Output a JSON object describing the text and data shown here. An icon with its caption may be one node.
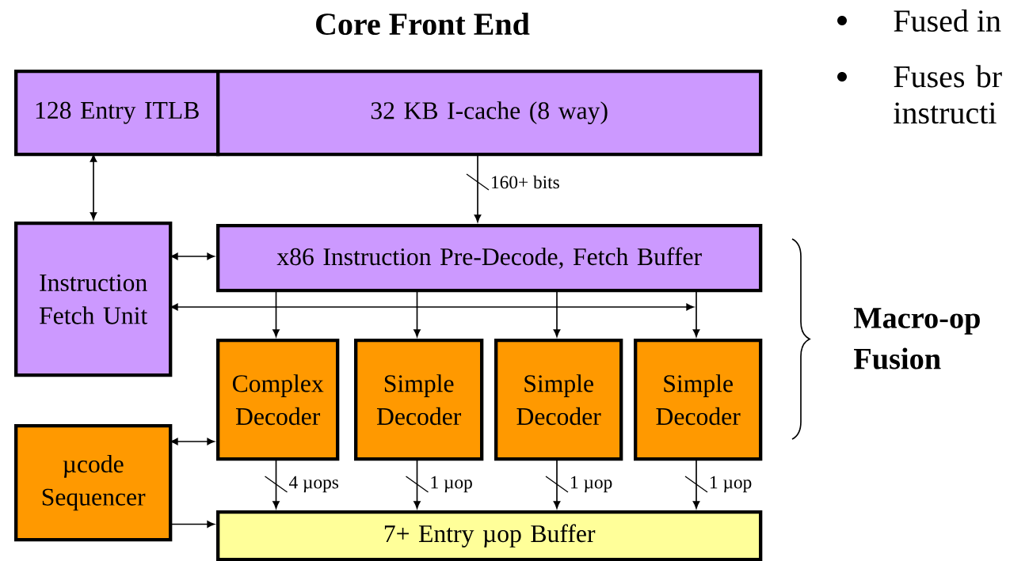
{
  "diagram": {
    "title": "Core Front End",
    "nodes": [
      {
        "text": [
          "128 Entry ITLB"
        ]
      },
      {
        "text": [
          "32 KB I-cache (8 way)"
        ]
      },
      {
        "text": [
          "Instruction Fetch Unit"
        ]
      },
      {
        "text": [
          "x86 Instruction Pre-Decode, Fetch Buffer"
        ]
      },
      {
        "text": [
          "Complex Decoder"
        ]
      },
      {
        "text": [
          "Simple Decoder"
        ]
      },
      {
        "text": [
          "Simple Decoder"
        ]
      },
      {
        "text": [
          "Simple Decoder"
        ]
      },
      {
        "text": [
          "µcode Sequencer"
        ]
      },
      {
        "text": [
          "7+ Entry µop Buffer"
        ]
      }
    ],
    "edges": [
      {
        "from": 0,
        "to": 2,
        "arrow": "both"
      },
      {
        "from": 1,
        "to": 3,
        "arrow": "to",
        "label": "160+ bits"
      },
      {
        "from": 2,
        "to": 3,
        "arrow": "both"
      },
      {
        "from": 2,
        "to": null,
        "arrow": "both"
      },
      {
        "from": 3,
        "to": 4,
        "arrow": "to"
      },
      {
        "from": 3,
        "to": 5,
        "arrow": "to"
      },
      {
        "from": 3,
        "to": 6,
        "arrow": "to"
      },
      {
        "from": 3,
        "to": 7,
        "arrow": "to"
      },
      {
        "from": 8,
        "to": 4,
        "arrow": "both"
      },
      {
        "from": 8,
        "to": 9,
        "arrow": "to"
      },
      {
        "from": 4,
        "to": 9,
        "arrow": "to",
        "label": "4 µops"
      },
      {
        "from": 5,
        "to": 9,
        "arrow": "to",
        "label": "1 µop"
      },
      {
        "from": 6,
        "to": 9,
        "arrow": "to",
        "label": "1 µop"
      },
      {
        "from": 7,
        "to": 9,
        "arrow": "to",
        "label": "1 µop"
      }
    ],
    "labels": [
      "Fused in",
      "Fuses br instructi",
      "Macro-op Fusion"
    ]
  }
}
